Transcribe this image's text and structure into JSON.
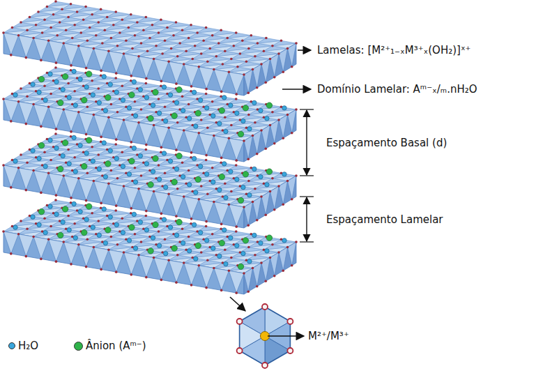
{
  "diagram": {
    "labels": [
      "Lamelas: [M²⁺₁₋ₓM³⁺ₓ(OH₂)]ˣ⁺",
      "Domínio Lamelar: Aᵐ⁻ₓ/ₘ.nH₂O",
      "Espaçamento Basal (d)",
      "Espaçamento Lamelar",
      "M²⁺/M³⁺"
    ],
    "legend": [
      {
        "text": "H₂O",
        "color": "#3aa6dc"
      },
      {
        "text": "Ânion (Aᵐ⁻)",
        "color": "#2eb34a"
      }
    ]
  }
}
